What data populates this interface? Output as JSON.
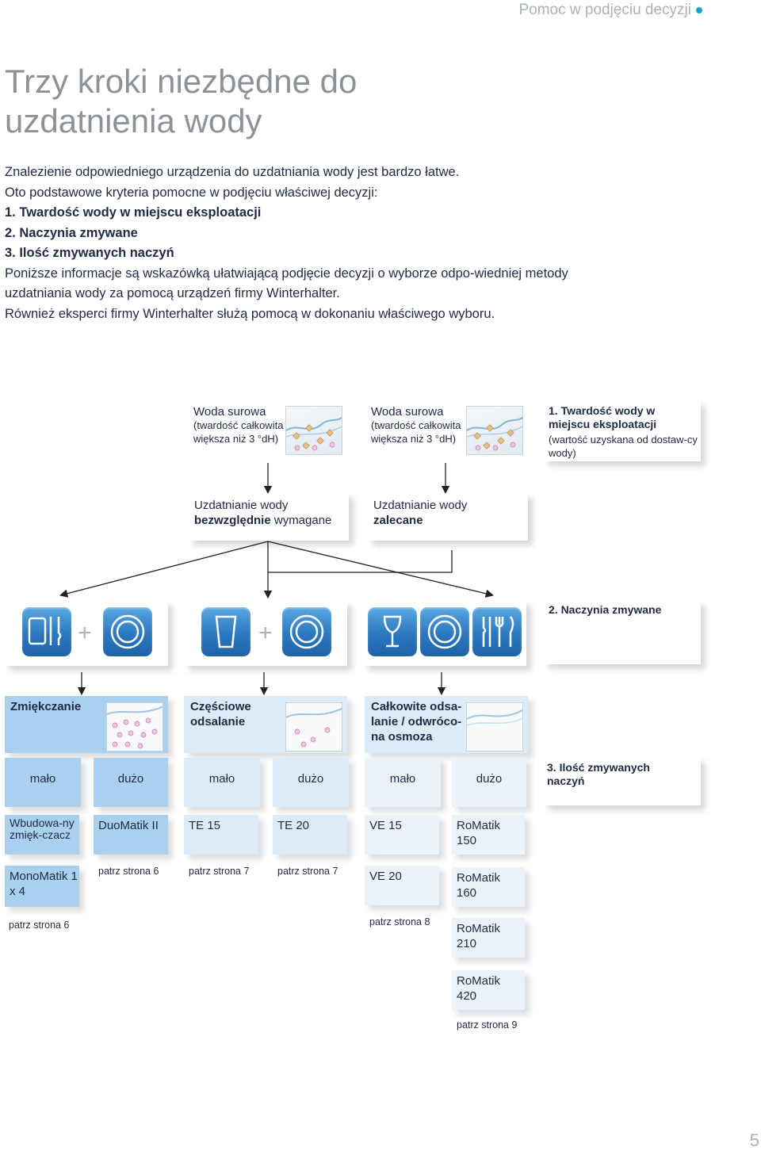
{
  "header": {
    "section": "Pomoc w podjęciu decyzji"
  },
  "page_title": "Trzy kroki niezbędne do uzdatnienia wody",
  "intro": {
    "line1": "Znalezienie odpowiedniego urządzenia do uzdatniania wody jest bardzo łatwe.",
    "line2": "Oto podstawowe kryteria pomocne w podjęciu właściwej decyzji:",
    "criteria": [
      "1. Twardość wody w miejscu eksploatacji",
      "2. Naczynia zmywane",
      "3. Ilość zmywanych naczyń"
    ],
    "paragraph1": "Poniższe informacje są wskazówką ułatwiającą podjęcie decyzji o wyborze odpo-wiedniej metody uzdatniania wody za pomocą urządzeń firmy Winterhalter.",
    "paragraph2": "Również eksperci firmy Winterhalter służą pomocą w dokonaniu właściwego wyboru."
  },
  "raw_water": [
    {
      "title": "Woda surowa",
      "detail": "(twardość całkowita większa niż 3 °dH)"
    },
    {
      "title": "Woda surowa",
      "detail": "(twardość całkowita większa niż 3 °dH)"
    }
  ],
  "step1": {
    "title": "1. Twardość wody w miejscu eksploatacji",
    "detail": "(wartość uzyskana od dostaw-cy wody)"
  },
  "treatment_required": {
    "line1": "Uzdatnianie wody",
    "bold": "bezwzględnie",
    "rest": " wymagane"
  },
  "treatment_recommended": {
    "line1": "Uzdatnianie wody",
    "bold": "zalecane"
  },
  "step2": {
    "title": "2. Naczynia zmywane"
  },
  "dish_groups": [
    {
      "icons": [
        "tray-icon",
        "plate-icon"
      ]
    },
    {
      "icons": [
        "glass-icon",
        "plate-icon"
      ]
    },
    {
      "icons": [
        "wine-glass-icon",
        "plate-icon",
        "cutlery-icon"
      ]
    }
  ],
  "methods": [
    {
      "label": "Zmiękczanie"
    },
    {
      "label": "Częściowe odsalanie"
    },
    {
      "label": "Całkowite odsa-lanie / odwróco-na osmoza"
    }
  ],
  "step3": {
    "title": "3. Ilość zmywanych naczyń"
  },
  "levels": [
    "mało",
    "dużo",
    "mało",
    "dużo",
    "mało",
    "dużo"
  ],
  "products": {
    "col1": [
      "Wbudowa-ny zmięk-czacz",
      "MonoMatik 1 x 4"
    ],
    "col2": [
      "DuoMatik II"
    ],
    "col3": [
      "TE 15"
    ],
    "col4": [
      "TE 20"
    ],
    "col5": [
      "VE 15",
      "VE 20"
    ],
    "col6": [
      "RoMatik 150",
      "RoMatik 160",
      "RoMatik 210",
      "RoMatik 420"
    ]
  },
  "refs": {
    "col1": "patrz strona 6",
    "col2": "patrz strona 6",
    "col3": "patrz strona 7",
    "col4": "patrz strona 7",
    "col5": "patrz strona 8",
    "col6": "patrz strona 9"
  },
  "colors": {
    "accent": "#1a9fd0",
    "box_light": "#dcecf7",
    "box_mid": "#a9d0ee",
    "tile_blue": "#2b78c0"
  },
  "page_number": "5"
}
